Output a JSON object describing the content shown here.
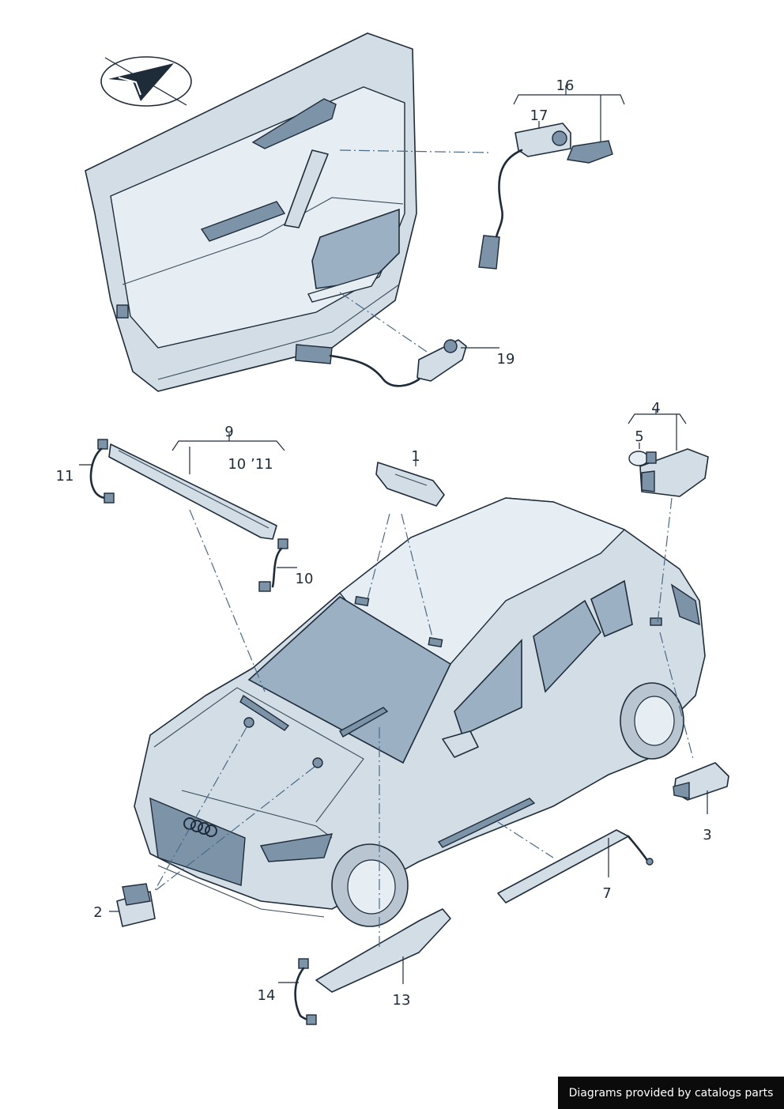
{
  "callouts": {
    "c1": "1",
    "c2": "2",
    "c3": "3",
    "c4": "4",
    "c5": "5",
    "c7": "7",
    "c9": "9",
    "c9_sub": "10 ’11",
    "c10": "10",
    "c11": "11",
    "c13": "13",
    "c14": "14",
    "c16": "16",
    "c17": "17",
    "c19": "19"
  },
  "footer": {
    "credit": "Diagrams provided by catalogs parts"
  },
  "colors": {
    "part_fill": "#d3dde6",
    "outline": "#1e2c3a",
    "dash_line": "#4a6a86",
    "footer_bg": "#0b0b0b"
  },
  "icons": {
    "orientation": "direction-arrow-icon"
  }
}
